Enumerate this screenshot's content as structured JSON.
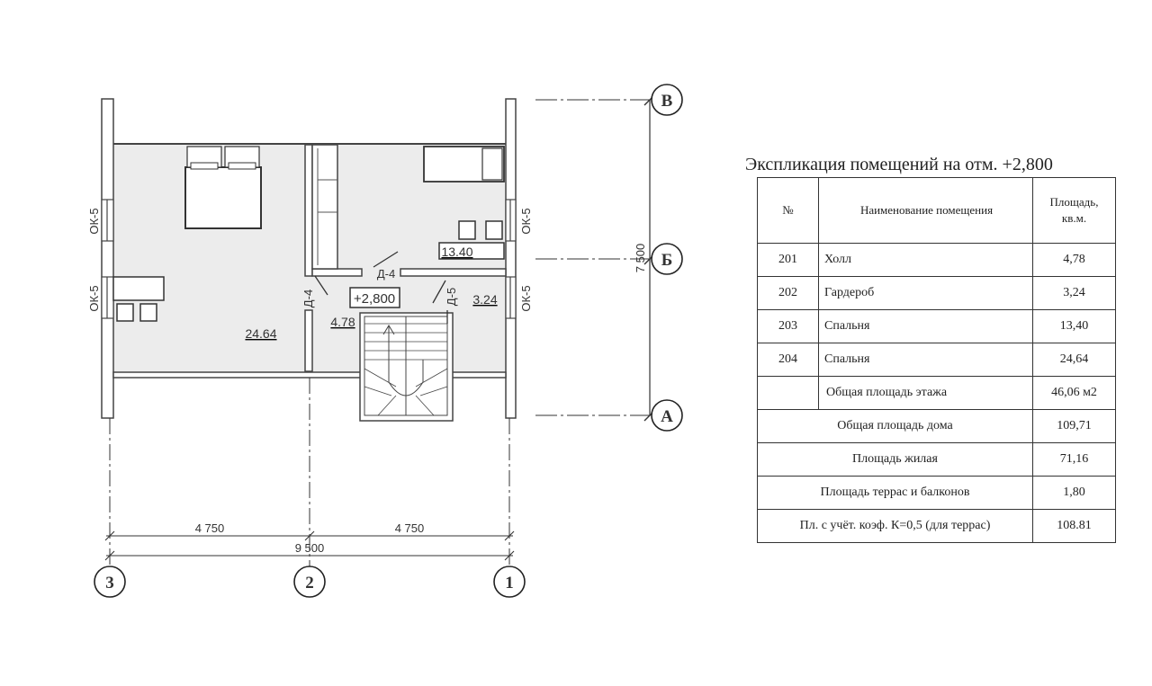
{
  "plan": {
    "axes_vertical": [
      "3",
      "2",
      "1"
    ],
    "axes_horizontal": [
      "В",
      "Б",
      "А"
    ],
    "window_labels": [
      "ОК-5",
      "ОК-5",
      "ОК-5",
      "ОК-5"
    ],
    "door_labels": [
      "Д-4",
      "Д-4",
      "Д-5"
    ],
    "level_mark": "+2,800",
    "room_areas": {
      "left": "24.64",
      "bed": "13.40",
      "hall": "4.78",
      "wardrobe": "3.24"
    },
    "dims": {
      "left": "4 750",
      "right": "4 750",
      "total": "9 500",
      "vertical": "7 500"
    }
  },
  "explication": {
    "title": "Экспликация помещений на отм. +2,800",
    "headers": {
      "no": "№",
      "name": "Наименование помещения",
      "area_line1": "Площадь,",
      "area_line2": "кв.м."
    },
    "rooms": [
      {
        "no": "201",
        "name": "Холл",
        "area": "4,78"
      },
      {
        "no": "202",
        "name": "Гардероб",
        "area": "3,24"
      },
      {
        "no": "203",
        "name": "Спальня",
        "area": "13,40"
      },
      {
        "no": "204",
        "name": "Спальня",
        "area": "24,64"
      }
    ],
    "floor_total": {
      "label": "Общая площадь этажа",
      "value": "46,06 м2"
    },
    "totals": [
      {
        "label": "Общая площадь дома",
        "value": "109,71"
      },
      {
        "label": "Площадь жилая",
        "value": "71,16"
      },
      {
        "label": "Площадь террас и балконов",
        "value": "1,80"
      },
      {
        "label": "Пл. с учёт. коэф. К=0,5 (для террас)",
        "value": "108.81"
      }
    ]
  }
}
